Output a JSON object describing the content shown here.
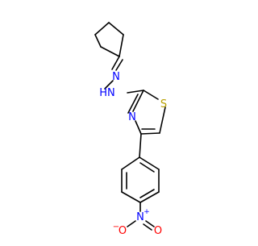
{
  "molecule": {
    "atom_labels": {
      "hydrazine_nh": "HN",
      "hydrazine_n": "N",
      "thiazole_n": "N",
      "thiazole_s": "S",
      "nitro_n": "N",
      "nitro_n_charge": "+",
      "nitro_o_left": "O",
      "nitro_o_left_charge": "−",
      "nitro_o_right": "O"
    },
    "colors": {
      "bond": "#000000",
      "nitrogen": "#0000ff",
      "sulfur": "#b8a000",
      "oxygen": "#ff0000"
    }
  }
}
